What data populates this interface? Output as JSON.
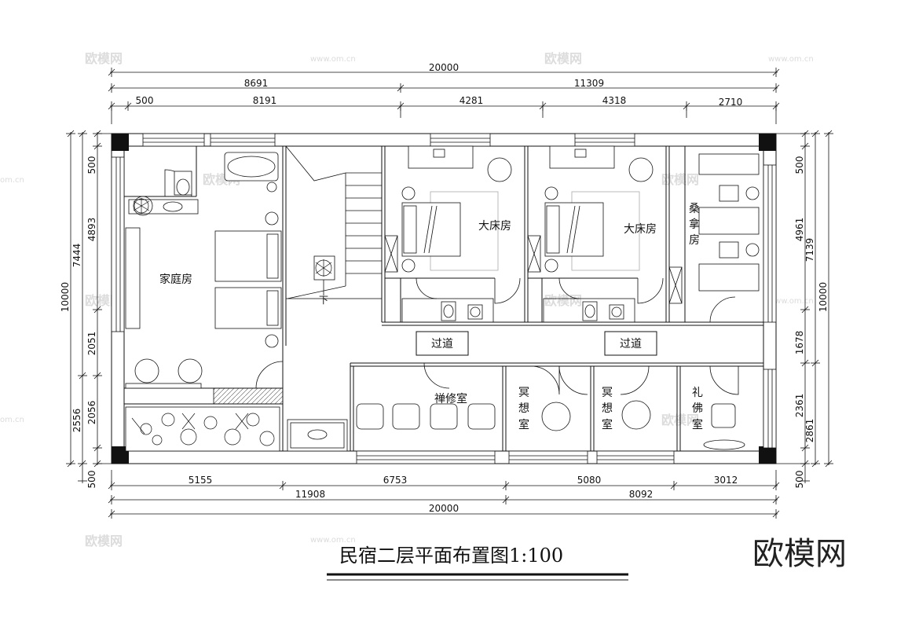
{
  "drawing": {
    "title": "民宿二层平面布置图1:100",
    "brand": "欧模网",
    "watermark_text": "欧模网",
    "watermark_url": "www.om.cn",
    "watermark_url_short": "om.cn"
  },
  "dimensions": {
    "top_total": "20000",
    "top_row2": [
      "8691",
      "11309"
    ],
    "top_row3": [
      "500",
      "8191",
      "4281",
      "4318",
      "2710"
    ],
    "bottom_row1": [
      "5155",
      "6753",
      "5080",
      "3012"
    ],
    "bottom_row2": [
      "11908",
      "8092"
    ],
    "bottom_total": "20000",
    "left_col1": [
      "500",
      "4893",
      "2051",
      "2056"
    ],
    "left_col2": [
      "7444",
      "2556"
    ],
    "left_total": "10000",
    "left_bottom": "500",
    "right_col1": [
      "500",
      "4961",
      "1678",
      "2361"
    ],
    "right_col2": [
      "7139",
      "2861"
    ],
    "right_total": "10000",
    "right_bottom": "500"
  },
  "rooms": {
    "family": "家庭房",
    "big_bed_1": "大床房",
    "big_bed_2": "大床房",
    "sauna": [
      "桑",
      "拿",
      "房"
    ],
    "corridor_1": "过道",
    "corridor_2": "过道",
    "zen": "禅修室",
    "meditation_1": [
      "冥",
      "想",
      "室"
    ],
    "meditation_2": [
      "冥",
      "想",
      "室"
    ],
    "worship": [
      "礼",
      "佛",
      "室"
    ],
    "stair_down": "下"
  }
}
